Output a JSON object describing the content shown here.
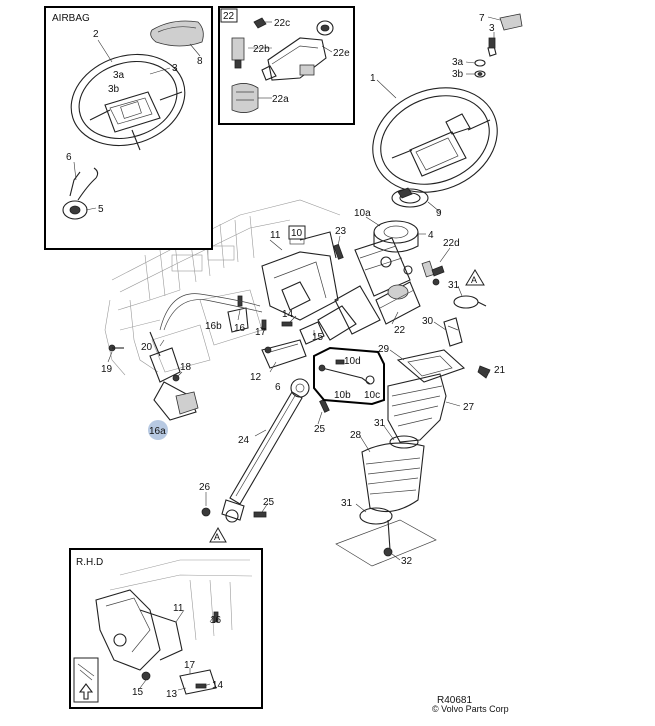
{
  "panels": {
    "airbag": {
      "title": "AIRBAG"
    },
    "switch": {
      "title": "22"
    },
    "rhd": {
      "title": "R.H.D"
    }
  },
  "callouts": {
    "n1": "1",
    "n2": "2",
    "n3": "3",
    "n3a": "3a",
    "n3b": "3b",
    "n4": "4",
    "n5": "5",
    "n6": "6",
    "n7": "7",
    "n8": "8",
    "n9": "9",
    "n10": "10",
    "n10a": "10a",
    "n10b": "10b",
    "n10c": "10c",
    "n10d": "10d",
    "n11": "11",
    "n12": "12",
    "n13": "13",
    "n14": "14",
    "n15": "15",
    "n16": "16",
    "n16a": "16a",
    "n16b": "16b",
    "n17": "17",
    "n18": "18",
    "n19": "19",
    "n20": "20",
    "n21": "21",
    "n22": "22",
    "n22a": "22a",
    "n22b": "22b",
    "n22c": "22c",
    "n22d": "22d",
    "n22e": "22e",
    "n23": "23",
    "n24": "24",
    "n25": "25",
    "n26": "26",
    "n27": "27",
    "n28": "28",
    "n29": "29",
    "n30": "30",
    "n31": "31",
    "n32": "32",
    "markA": "A"
  },
  "footer": {
    "drawing_no": "R40681",
    "copyright": "© Volvo Parts Corp"
  },
  "colors": {
    "ink": "#222222",
    "highlight_badge": "#b7c9e2"
  }
}
